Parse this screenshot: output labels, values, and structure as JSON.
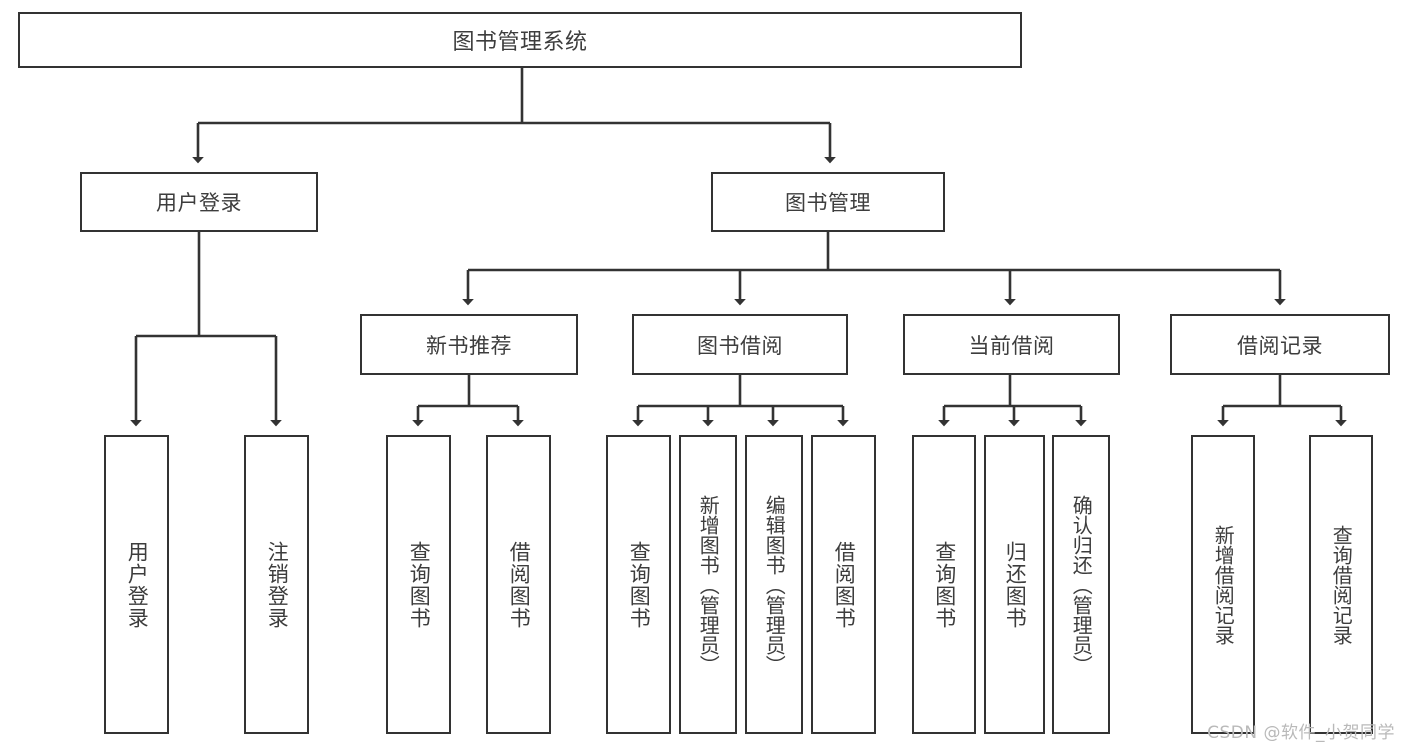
{
  "diagram": {
    "type": "hierarchy-tree",
    "title_node": {
      "id": "root",
      "label": "图书管理系统"
    },
    "level1": [
      {
        "id": "user-login",
        "label": "用户登录"
      },
      {
        "id": "book-manage",
        "label": "图书管理"
      }
    ],
    "level2": [
      {
        "id": "new-book-rec",
        "label": "新书推荐",
        "parent": "book-manage"
      },
      {
        "id": "book-borrow",
        "label": "图书借阅",
        "parent": "book-manage"
      },
      {
        "id": "current-borrow",
        "label": "当前借阅",
        "parent": "book-manage"
      },
      {
        "id": "borrow-record",
        "label": "借阅记录",
        "parent": "book-manage"
      }
    ],
    "leaves": [
      {
        "id": "leaf-user-login",
        "label": "用户登录",
        "parent": "user-login"
      },
      {
        "id": "leaf-logout",
        "label": "注销登录",
        "parent": "user-login"
      },
      {
        "id": "leaf-query-book-1",
        "label": "查询图书",
        "parent": "new-book-rec"
      },
      {
        "id": "leaf-borrow-book-1",
        "label": "借阅图书",
        "parent": "new-book-rec"
      },
      {
        "id": "leaf-query-book-2",
        "label": "查询图书",
        "parent": "book-borrow"
      },
      {
        "id": "leaf-add-book",
        "label": "新增图书（管理员）",
        "parent": "book-borrow"
      },
      {
        "id": "leaf-edit-book",
        "label": "编辑图书（管理员）",
        "parent": "book-borrow"
      },
      {
        "id": "leaf-borrow-book-2",
        "label": "借阅图书",
        "parent": "book-borrow"
      },
      {
        "id": "leaf-query-book-3",
        "label": "查询图书",
        "parent": "current-borrow"
      },
      {
        "id": "leaf-return-book",
        "label": "归还图书",
        "parent": "current-borrow"
      },
      {
        "id": "leaf-confirm-return",
        "label": "确认归还（管理员）",
        "parent": "current-borrow"
      },
      {
        "id": "leaf-add-record",
        "label": "新增借阅记录",
        "parent": "borrow-record"
      },
      {
        "id": "leaf-query-record",
        "label": "查询借阅记录",
        "parent": "borrow-record"
      }
    ],
    "colors": {
      "stroke": "#333333",
      "fill": "#ffffff",
      "text": "#3d3d3d",
      "watermark": "#b9b9b9"
    }
  },
  "watermark": {
    "text": "CSDN @软件_小贺同学"
  }
}
